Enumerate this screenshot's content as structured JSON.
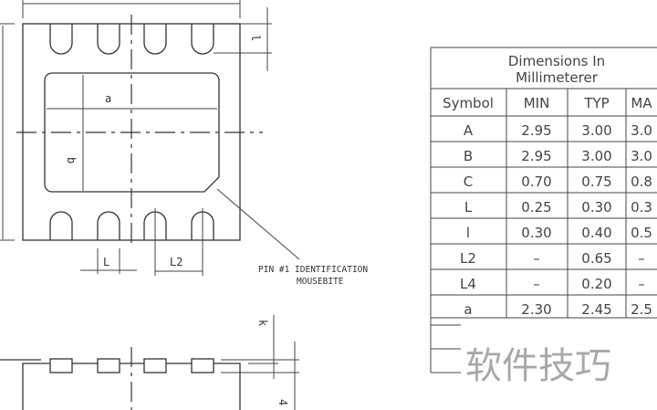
{
  "drawing": {
    "labels": {
      "a": "a",
      "b": "b",
      "l": "l",
      "L": "L",
      "L2": "L2",
      "k": "k",
      "L4": "4"
    },
    "note_line1": "PIN #1 IDENTIFICATION",
    "note_line2": "MOUSEBITE"
  },
  "table": {
    "title_line1": "Dimensions  In",
    "title_line2": "Millimeterer",
    "headers": [
      "Symbol",
      "MIN",
      "TYP",
      "MA"
    ],
    "rows": [
      [
        "A",
        "2.95",
        "3.00",
        "3.0"
      ],
      [
        "B",
        "2.95",
        "3.00",
        "3.0"
      ],
      [
        "C",
        "0.70",
        "0.75",
        "0.8"
      ],
      [
        "L",
        "0.25",
        "0.30",
        "0.3"
      ],
      [
        "l",
        "0.30",
        "0.40",
        "0.5"
      ],
      [
        "L2",
        "–",
        "0.65",
        "–"
      ],
      [
        "L4",
        "–",
        "0.20",
        "–"
      ],
      [
        "a",
        "2.30",
        "2.45",
        "2.5"
      ]
    ]
  },
  "watermark": "软件技巧"
}
